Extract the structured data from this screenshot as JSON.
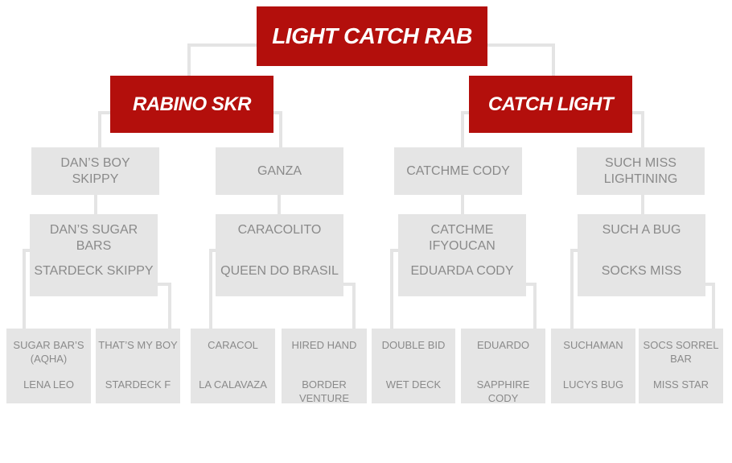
{
  "root": "LIGHT CATCH RAB",
  "sire": "RABINO SKR",
  "dam": "CATCH LIGHT",
  "gen3": [
    "DAN’S BOY SKIPPY",
    "GANZA",
    "CATCHME CODY",
    "SUCH MISS LIGHTINING"
  ],
  "gen4": [
    {
      "sire": "DAN’S SUGAR BARS",
      "dam": "STARDECK SKIPPY"
    },
    {
      "sire": "CARACOLITO",
      "dam": "QUEEN DO BRASIL"
    },
    {
      "sire": "CATCHME IFYOUCAN",
      "dam": "EDUARDA CODY"
    },
    {
      "sire": "SUCH A BUG",
      "dam": "SOCKS MISS"
    }
  ],
  "gen5": [
    {
      "sire": "SUGAR BAR’S (AQHA)",
      "dam": "LENA LEO"
    },
    {
      "sire": "THAT’S MY BOY",
      "dam": "STARDECK F"
    },
    {
      "sire": "CARACOL",
      "dam": "LA CALAVAZA"
    },
    {
      "sire": "HIRED HAND",
      "dam": "BORDER VENTURE"
    },
    {
      "sire": "DOUBLE BID",
      "dam": "WET DECK"
    },
    {
      "sire": "EDUARDO",
      "dam": "SAPPHIRE CODY"
    },
    {
      "sire": "SUCHAMAN",
      "dam": "LUCYS BUG"
    },
    {
      "sire": "SOCS SORREL BAR",
      "dam": "MISS STAR"
    }
  ],
  "colors": {
    "accent": "#b30f0c",
    "box": "#e5e5e5",
    "text": "#8a8a8a",
    "line": "#e4e4e4"
  }
}
